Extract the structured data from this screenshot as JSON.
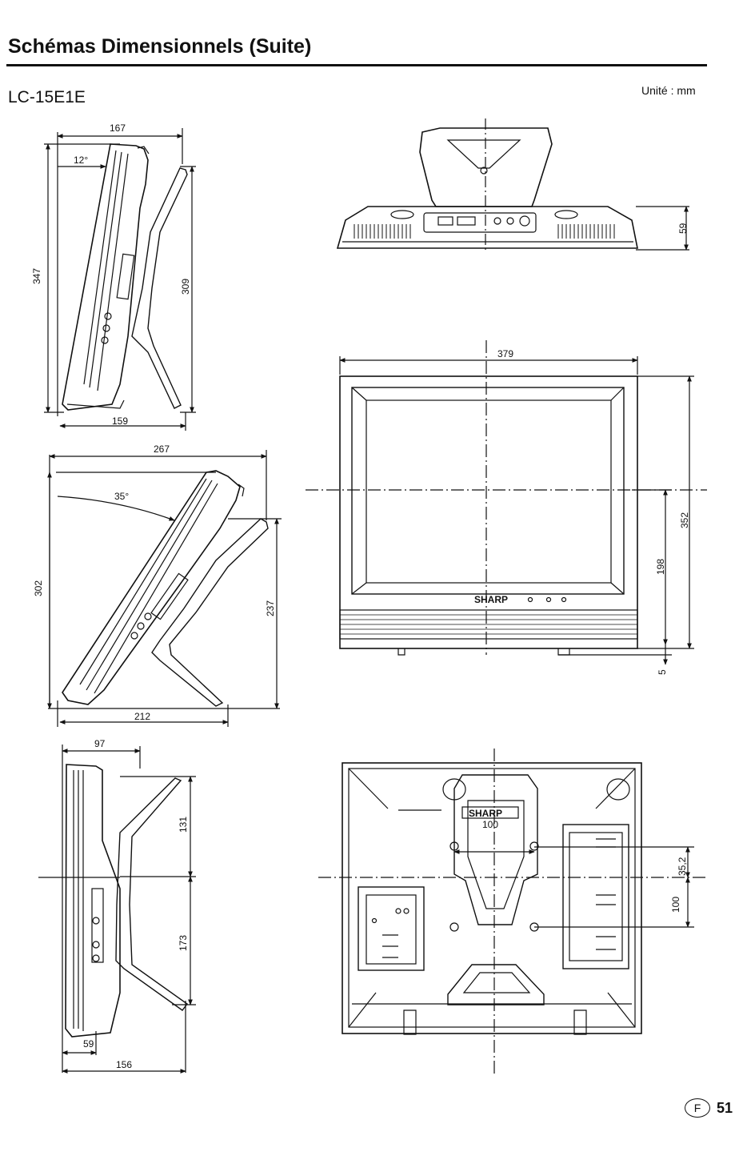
{
  "header": {
    "title": "Schémas Dimensionnels (Suite)",
    "model": "LC-15E1E",
    "unit": "Unité : mm"
  },
  "side_view_upright": {
    "depth_top": "167",
    "tilt_angle": "12°",
    "height_total": "347",
    "height_stand": "309",
    "depth_base": "159"
  },
  "side_view_tilted": {
    "depth_top": "267",
    "tilt_angle": "35°",
    "height_total": "302",
    "height_stand": "237",
    "depth_base": "212"
  },
  "side_view_wall": {
    "depth_top": "97",
    "upper_height": "131",
    "lower_height": "173",
    "depth_bottom": "59",
    "depth_total": "156"
  },
  "top_view": {
    "depth": "59"
  },
  "front_view": {
    "width": "379",
    "height": "352",
    "center_height": "198",
    "base_gap": "5",
    "brand": "SHARP"
  },
  "rear_view": {
    "vesa_width": "100",
    "vesa_height": "100",
    "vesa_offset": "35,2",
    "brand": "SHARP"
  },
  "footer": {
    "lang_mark": "F",
    "page_number": "51"
  }
}
